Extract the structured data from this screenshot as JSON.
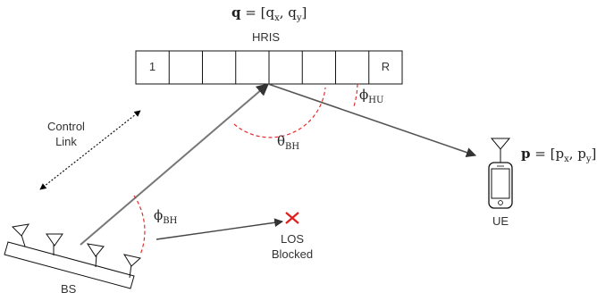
{
  "title_formula": {
    "bold": "q",
    "rest": " = [q",
    "sub1": "x",
    "mid": ", q",
    "sub2": "y",
    "end": "]"
  },
  "hris_label": "HRIS",
  "hris_cells": [
    "1",
    "",
    "",
    "",
    "",
    "",
    "",
    "R"
  ],
  "control_link": {
    "line1": "Control",
    "line2": "Link"
  },
  "bs_label": "BS",
  "ue_label": "UE",
  "los_blocked": {
    "line1": "LOS",
    "line2": "Blocked"
  },
  "ue_formula": {
    "bold": "p",
    "rest": " = [p",
    "sub1": "x",
    "mid": ", p",
    "sub2": "y",
    "end": "]"
  },
  "angle_hu": {
    "sym": "ϕ",
    "sub": "HU"
  },
  "angle_bh_theta": {
    "sym": "θ",
    "sub": "BH"
  },
  "angle_bh_phi": {
    "sym": "ϕ",
    "sub": "BH"
  },
  "colors": {
    "line": "#555555",
    "dash": "#e03030",
    "cross": "#e02020",
    "stroke": "#111111"
  }
}
